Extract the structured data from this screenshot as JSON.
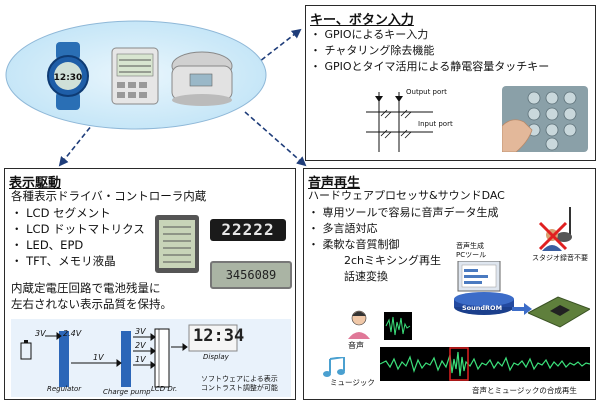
{
  "key_box": {
    "title": "キー、ボタン入力",
    "items": [
      "・ GPIOによるキー入力",
      "・ チャタリング除去機能",
      "・ GPIOとタイマ活用による静電容量タッチキー"
    ],
    "output_port": "Output port",
    "input_port": "Input port"
  },
  "display_box": {
    "title": "表示駆動",
    "subtitle": "各種表示ドライバ・コントローラ内蔵",
    "items": [
      "・ LCD セグメント",
      "・ LCD ドットマトリクス",
      "・ LED、EPD",
      "・ TFT、メモリ液晶"
    ],
    "note_line1": "内蔵定電圧回路で電池残量に",
    "note_line2": "左右されない表示品質を保持。",
    "lcd_digits": "22222",
    "lcd_time": "12:34",
    "lcd_number": "3456089",
    "diagram": {
      "v_in": "3V",
      "arrow_to": "2.4V",
      "v_3v": "3V",
      "v_1v_a": "1V",
      "v_2v": "2V",
      "v_1v_b": "1V",
      "regulator": "Regulator",
      "charge_pump": "Charge pump",
      "lcd_dr": "LCD Dr.",
      "display_label": "Display",
      "software_note_1": "ソフトウェアによる表示",
      "software_note_2": "コントラスト調整が可能"
    }
  },
  "audio_box": {
    "title": "音声再生",
    "subtitle": "ハードウェアプロセッサ&サウンドDAC",
    "items": [
      "・ 専用ツールで容易に音声データ生成",
      "・ 多言語対応",
      "・ 柔軟な音質制御"
    ],
    "sub_items": [
      "2chミキシング再生",
      "話速変換"
    ],
    "voice_label": "音声",
    "music_label": "ミュージック",
    "tool_label_1": "音声生成",
    "tool_label_2": "PCツール",
    "soundrom_label": "SoundROM",
    "studio_label": "スタジオ録音不要",
    "mix_label": "音声とミュージックの合成再生"
  },
  "devices": {
    "watch_time": "12:30"
  }
}
